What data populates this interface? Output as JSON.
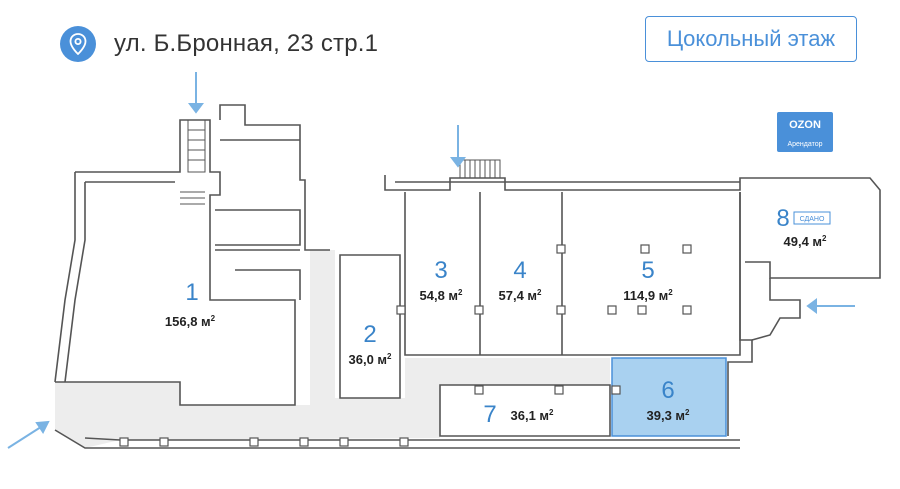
{
  "header": {
    "address": "ул. Б.Бронная, 23 стр.1",
    "floor_button": "Цокольный этаж"
  },
  "colors": {
    "accent": "#4a90d9",
    "highlight": "#a9d1f0",
    "corridor": "#ededed"
  },
  "units": [
    {
      "number": "1",
      "area": "156,8 м",
      "sup": "2"
    },
    {
      "number": "2",
      "area": "36,0 м",
      "sup": "2"
    },
    {
      "number": "3",
      "area": "54,8 м",
      "sup": "2"
    },
    {
      "number": "4",
      "area": "57,4 м",
      "sup": "2"
    },
    {
      "number": "5",
      "area": "114,9 м",
      "sup": "2"
    },
    {
      "number": "6",
      "area": "39,3 м",
      "sup": "2"
    },
    {
      "number": "7",
      "area": "36,1 м",
      "sup": "2"
    },
    {
      "number": "8",
      "area": "49,4 м",
      "sup": "2",
      "badge": "СДАНО"
    }
  ],
  "tenant": {
    "logo": "OZON",
    "caption": "Арендатор"
  },
  "icons": [
    "location-pin-icon",
    "entrance-arrow-icon"
  ]
}
